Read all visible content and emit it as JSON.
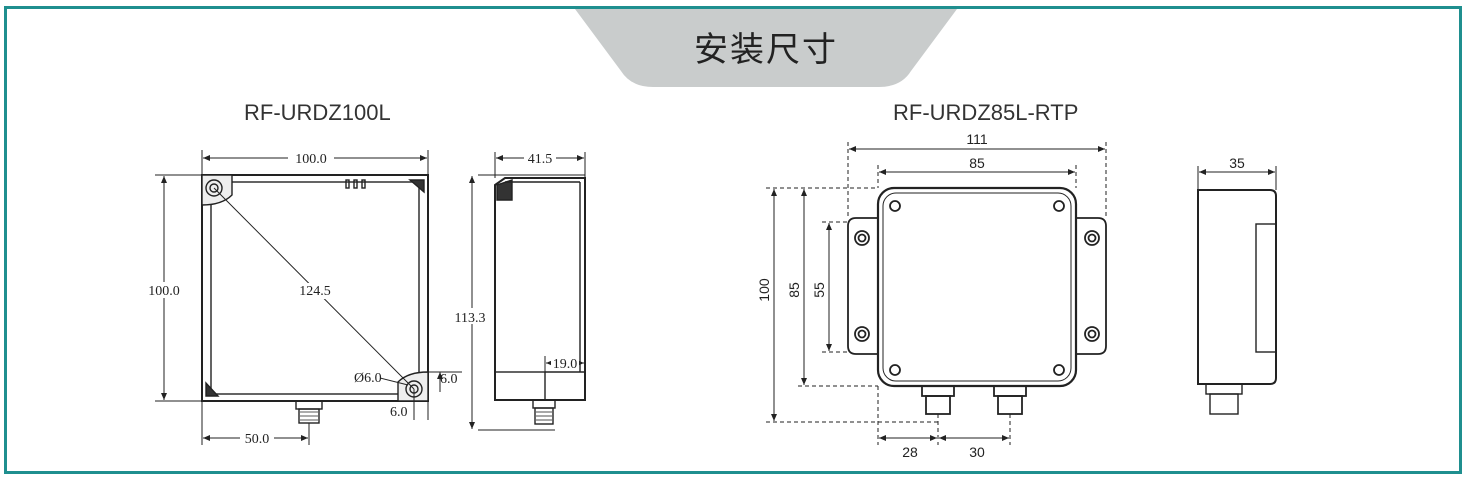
{
  "title": "安装尺寸",
  "colors": {
    "border": "#1f8f8f",
    "tab": "#c9cccc"
  },
  "left_model": {
    "name": "RF-URDZ100L",
    "dims": {
      "width": "100.0",
      "height": "100.0",
      "diagonal": "124.5",
      "hole_diameter": "Ø6.0",
      "hole_offset_x": "6.0",
      "hole_offset_y": "6.0",
      "connector_offset": "50.0",
      "depth": "41.5",
      "total_height": "113.3",
      "connector_depth": "19.0"
    }
  },
  "right_model": {
    "name": "RF-URDZ85L-RTP",
    "dims": {
      "outer_width": "111",
      "inner_width": "85",
      "outer_height": "100",
      "inner_height": "85",
      "hole_spacing": "55",
      "connector_offset": "28",
      "connector_spacing": "30",
      "depth": "35"
    }
  }
}
